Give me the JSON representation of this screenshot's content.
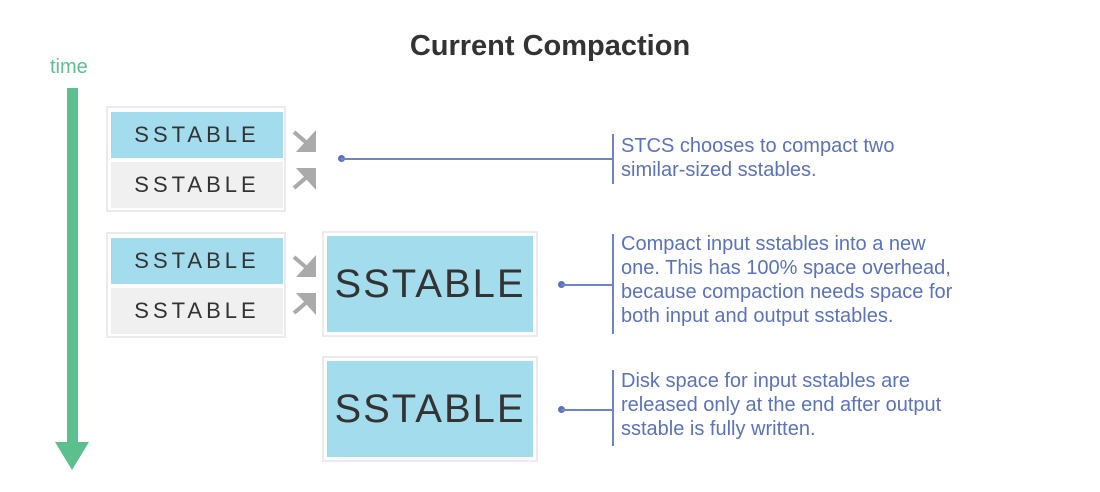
{
  "title": "Current Compaction",
  "time_axis": {
    "label": "time",
    "color": "#5cc08e"
  },
  "colors": {
    "sstable_active": "#a3dcec",
    "sstable_inactive": "#f0f0f0",
    "annotation": "#5b72bd",
    "merge_arrow": "#aaaaaa"
  },
  "steps": [
    {
      "inputs": [
        {
          "label": "SSTABLE",
          "state": "selected"
        },
        {
          "label": "SSTABLE",
          "state": "unselected"
        }
      ],
      "annotation": [
        "STCS chooses to compact two",
        "similar-sized sstables."
      ]
    },
    {
      "inputs": [
        {
          "label": "SSTABLE",
          "state": "selected"
        },
        {
          "label": "SSTABLE",
          "state": "unselected"
        }
      ],
      "output": {
        "label": "SSTABLE"
      },
      "annotation": [
        "Compact input sstables into a new",
        "one. This has 100% space overhead,",
        "because compaction needs space for",
        "both input and output sstables."
      ]
    },
    {
      "output": {
        "label": "SSTABLE"
      },
      "annotation": [
        "Disk space for input sstables are",
        "released only at the end after output",
        "sstable is fully written."
      ]
    }
  ]
}
